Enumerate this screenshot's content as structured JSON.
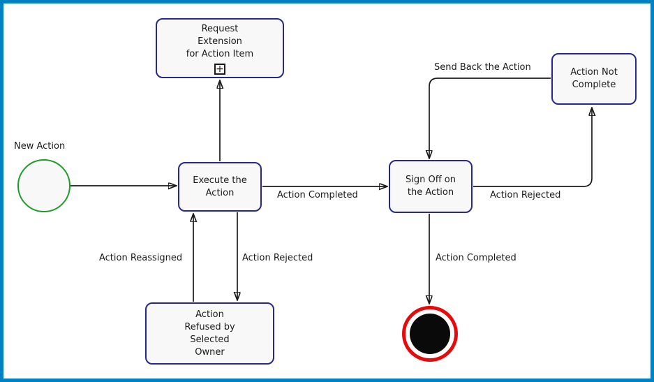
{
  "colors": {
    "frame": "#0081C1",
    "node_border": "#28288C",
    "node_fill": "#F8F8F8",
    "start_stroke": "#1F9B27",
    "end_ring": "#E60A0A",
    "end_core": "#0A0A0A",
    "line": "#1A1A1A",
    "text": "#1A1A1A"
  },
  "nodes": {
    "start": {
      "label": "New Action"
    },
    "request_extension": {
      "label": "Request\nExtension\nfor Action Item",
      "expand_icon": "+"
    },
    "execute": {
      "label": "Execute the\nAction"
    },
    "sign_off": {
      "label": "Sign Off on\nthe Action"
    },
    "not_complete": {
      "label": "Action Not\nComplete"
    },
    "refused": {
      "label": "Action\nRefused by\nSelected\nOwner"
    }
  },
  "edges": {
    "start_to_execute": {
      "from": "start",
      "to": "execute",
      "label": ""
    },
    "execute_to_request_extension": {
      "from": "execute",
      "to": "request_extension",
      "label": ""
    },
    "execute_to_sign_off": {
      "from": "execute",
      "to": "sign_off",
      "label": "Action Completed"
    },
    "sign_off_to_not_complete": {
      "from": "sign_off",
      "to": "not_complete",
      "label": "Action Rejected"
    },
    "not_complete_to_sign_off": {
      "from": "not_complete",
      "to": "sign_off",
      "label": "Send Back the Action"
    },
    "sign_off_to_end": {
      "from": "sign_off",
      "to": "end",
      "label": "Action Completed"
    },
    "refused_to_execute": {
      "from": "refused",
      "to": "execute",
      "label": "Action Reassigned"
    },
    "execute_to_refused": {
      "from": "execute",
      "to": "refused",
      "label": "Action Rejected"
    }
  }
}
